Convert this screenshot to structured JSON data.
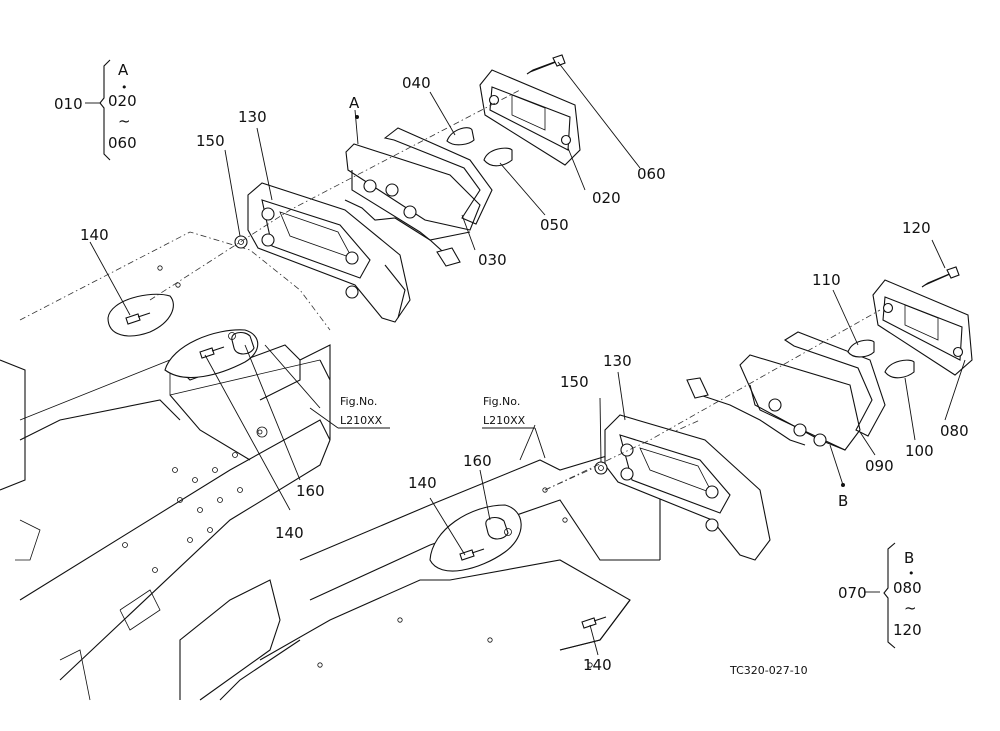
{
  "callouts": {
    "c010": "010",
    "c020": "020",
    "c030": "030",
    "c040": "040",
    "c050": "050",
    "c060": "060",
    "c070": "070",
    "c080": "080",
    "c090": "090",
    "c100": "100",
    "c110": "110",
    "c120": "120",
    "c130": "130",
    "c140": "140",
    "c150": "150",
    "c160": "160"
  },
  "groups": {
    "a_letter": "A",
    "a_from": "020",
    "a_tilde": "~",
    "a_to": "060",
    "a_dot": "•",
    "b_letter": "B",
    "b_from": "080",
    "b_tilde": "~",
    "b_to": "120",
    "b_dot": "•"
  },
  "markers": {
    "a": "A",
    "b": "B"
  },
  "fig_refs": {
    "left_title": "Fig.No.",
    "left_code": "L210XX",
    "right_title": "Fig.No.",
    "right_code": "L210XX"
  },
  "drawing_id": "TC320-027-10"
}
